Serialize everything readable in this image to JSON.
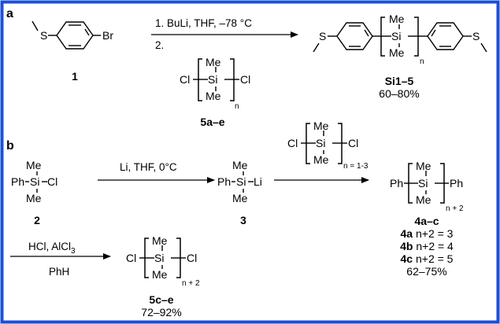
{
  "panels": {
    "a": "a",
    "b": "b"
  },
  "atoms": {
    "S": "S",
    "Br": "Br",
    "Cl": "Cl",
    "Me": "Me",
    "Si": "Si",
    "Ph": "Ph",
    "Li": "Li"
  },
  "scheme_a": {
    "step1": "1. BuLi, THF, –78 °C",
    "step2": "2.",
    "start_label": "1",
    "reagent_label": "5a–e",
    "reagent_sub": "n",
    "product_sub": "n",
    "product_label": "Si1–5",
    "product_yield": "60–80%"
  },
  "scheme_b": {
    "cond1": "Li, THF, 0°C",
    "label2": "2",
    "label3": "3",
    "reagent_sub": "n = 1-3",
    "product_sub": "n + 2",
    "product_label": "4a–c",
    "entries": [
      {
        "code": "4a",
        "text": " n+2 = 3"
      },
      {
        "code": "4b",
        "text": " n+2 = 4"
      },
      {
        "code": "4c",
        "text": " n+2 = 5"
      }
    ],
    "product_yield": "62–75%",
    "cond2_pre": "HCl, AlCl",
    "cond2_sub": "3",
    "cond2_solvent": "PhH",
    "final_sub": "n + 2",
    "final_label": "5c–e",
    "final_yield": "72–92%"
  },
  "colors": {
    "frame": "#1a4fd6"
  }
}
